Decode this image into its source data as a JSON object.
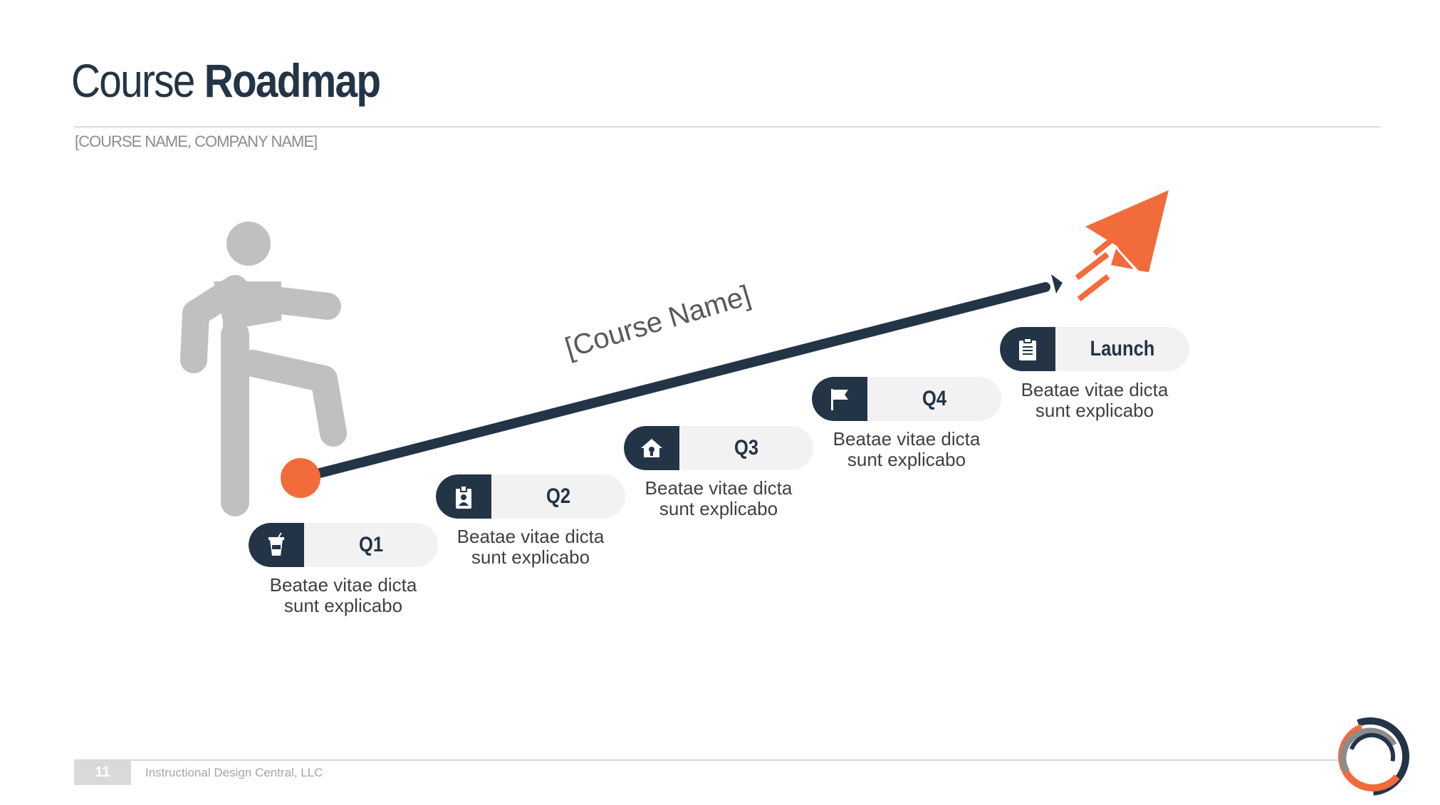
{
  "header": {
    "title_light": "Course",
    "title_bold": "Roadmap",
    "subtitle": "[COURSE NAME, COMPANY NAME]"
  },
  "diagram": {
    "path_label": "[Course Name]",
    "milestones": [
      {
        "label": "Q1",
        "icon": "cup-icon",
        "desc_line1": "Beatae vitae dicta",
        "desc_line2": "sunt explicabo"
      },
      {
        "label": "Q2",
        "icon": "id-badge-icon",
        "desc_line1": "Beatae vitae dicta",
        "desc_line2": "sunt explicabo"
      },
      {
        "label": "Q3",
        "icon": "home-icon",
        "desc_line1": "Beatae vitae dicta",
        "desc_line2": "sunt explicabo"
      },
      {
        "label": "Q4",
        "icon": "flag-icon",
        "desc_line1": "Beatae vitae dicta",
        "desc_line2": "sunt explicabo"
      },
      {
        "label": "Launch",
        "icon": "clipboard-icon",
        "desc_line1": "Beatae vitae dicta",
        "desc_line2": "sunt explicabo"
      }
    ]
  },
  "colors": {
    "navy": "#243447",
    "orange": "#f26b3a",
    "person_gray": "#c0c0c0",
    "pill_bg": "#f2f2f2"
  },
  "footer": {
    "page_number": "11",
    "company": "Instructional Design Central, LLC"
  }
}
